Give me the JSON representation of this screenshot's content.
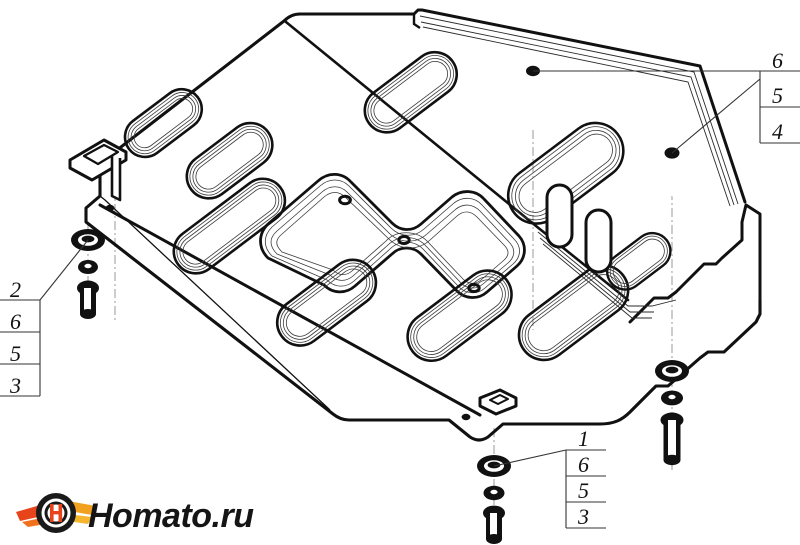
{
  "document": {
    "type": "technical-exploded-assembly-drawing",
    "subject": "engine skid plate / under-engine protection with mounting hardware",
    "background_color": "#ffffff",
    "line_color": "#111111"
  },
  "callouts": [
    {
      "id": "callout-top-right",
      "name": "callout-top-right",
      "position": "top-right",
      "numbers": [
        "6",
        "5",
        "4"
      ],
      "leader_targets": [
        "mount-hole-upper-flange",
        "mount-hole-lower-flange"
      ]
    },
    {
      "id": "callout-left",
      "name": "callout-left",
      "position": "left",
      "numbers": [
        "2",
        "6",
        "5",
        "3"
      ],
      "leader_targets": [
        "fastener-stack-left"
      ]
    },
    {
      "id": "callout-bottom",
      "name": "callout-bottom",
      "position": "bottom-center",
      "numbers": [
        "1",
        "6",
        "5",
        "3"
      ],
      "leader_targets": [
        "fastener-stack-bottom"
      ]
    }
  ],
  "hardware": [
    {
      "id": "fastener-stack-left",
      "name": "fastener-stack-left",
      "parts": [
        "large-washer",
        "small-washer",
        "hex-bolt"
      ],
      "centerline": "dash-dot-vertical"
    },
    {
      "id": "fastener-stack-right",
      "name": "fastener-stack-right",
      "parts": [
        "large-washer",
        "small-washer",
        "hex-bolt"
      ],
      "centerline": "dash-dot-vertical"
    },
    {
      "id": "fastener-stack-bottom",
      "name": "fastener-stack-bottom",
      "parts": [
        "large-washer",
        "small-washer",
        "hex-bolt"
      ],
      "centerline": "dash-dot-vertical"
    }
  ],
  "plate_features": {
    "ribs": "stamped oval and S-shaped reinforcement ribs",
    "slots": 2,
    "mount_holes": 6,
    "brackets": [
      "upper-left-mount-tab",
      "bottom-center-mount-tab"
    ],
    "flange": "raised rear flange with step"
  },
  "watermark": {
    "name": "homato-logo",
    "text_primary": "H",
    "text_rest": "OMATO",
    "text_suffix": ".RU",
    "full_text": "Homato.ru",
    "emblem": "winged-circle-h-icon",
    "colors": {
      "wing_left": "#e8441c",
      "wing_right": "#f2a020",
      "ring": "#1a1a1a",
      "center_h": "#e8441c",
      "text": "#151515"
    }
  }
}
